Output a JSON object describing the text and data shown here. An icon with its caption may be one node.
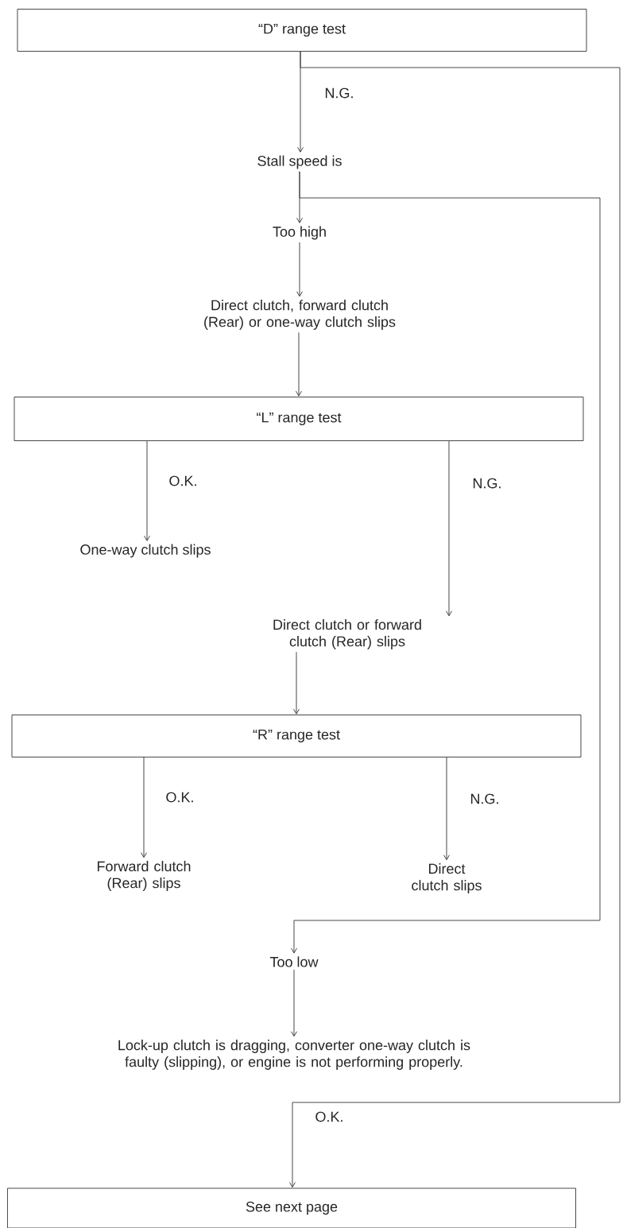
{
  "diagram": {
    "nodes": [
      {
        "text": [
          "“D” range test"
        ]
      },
      {
        "text": [
          "Stall speed is"
        ]
      },
      {
        "text": [
          "Too high"
        ]
      },
      {
        "text": [
          "Direct clutch, forward clutch (Rear) or one-way clutch slips"
        ]
      },
      {
        "text": [
          "“L” range test"
        ]
      },
      {
        "text": [
          "One-way clutch slips"
        ]
      },
      {
        "text": [
          "Direct clutch or forward clutch (Rear) slips"
        ]
      },
      {
        "text": [
          "“R” range test"
        ]
      },
      {
        "text": [
          "Forward clutch (Rear) slips"
        ]
      },
      {
        "text": [
          "Direct clutch slips"
        ]
      },
      {
        "text": [
          "Too low"
        ]
      },
      {
        "text": [
          "Lock-up clutch is dragging, converter one-way clutch is faulty (slipping), or engine is not performing properly."
        ]
      },
      {
        "text": [
          "See next page"
        ]
      }
    ],
    "edges": [
      {
        "from": 0,
        "to": 1,
        "arrow": "to",
        "label": "N.G."
      },
      {
        "from": 0,
        "to": 12,
        "arrow": "to",
        "label": "O.K."
      },
      {
        "from": 1,
        "to": 2,
        "arrow": "to"
      },
      {
        "from": 1,
        "to": 10,
        "arrow": "to"
      },
      {
        "from": 2,
        "to": 3,
        "arrow": "to"
      },
      {
        "from": 3,
        "to": 4,
        "arrow": "to"
      },
      {
        "from": 4,
        "to": 5,
        "arrow": "to",
        "label": "O.K."
      },
      {
        "from": 4,
        "to": 6,
        "arrow": "to",
        "label": "N.G."
      },
      {
        "from": 6,
        "to": 7,
        "arrow": "to"
      },
      {
        "from": 7,
        "to": 8,
        "arrow": "to",
        "label": "O.K."
      },
      {
        "from": 7,
        "to": 9,
        "arrow": "to",
        "label": "N.G."
      },
      {
        "from": 10,
        "to": 11,
        "arrow": "to"
      }
    ]
  }
}
